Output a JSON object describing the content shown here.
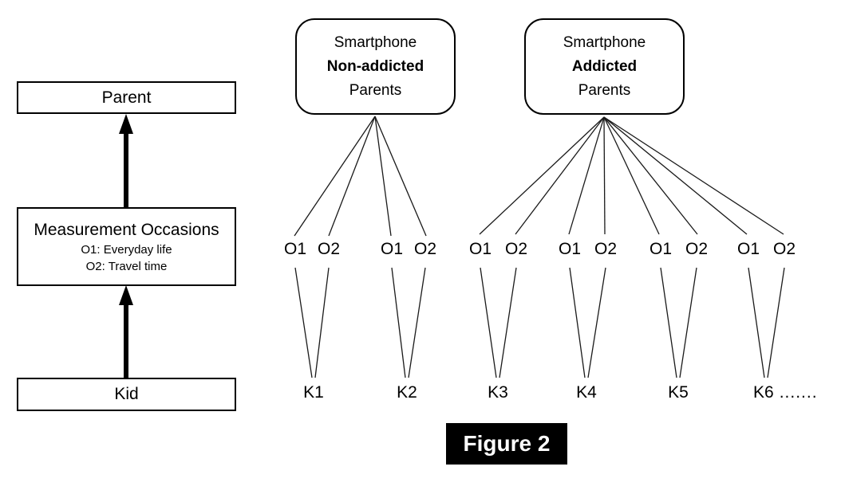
{
  "caption": "Figure 2",
  "legend": {
    "parent": "Parent",
    "measurement": {
      "title": "Measurement Occasions",
      "line1": "O1: Everyday life",
      "line2": "O2: Travel time"
    },
    "kid": "Kid"
  },
  "groups": [
    {
      "id": "non_addicted",
      "line1": "Smartphone",
      "line2": "Non-addicted",
      "line3": "Parents",
      "kids": [
        {
          "label": "K1",
          "o1": "O1",
          "o2": "O2",
          "ellipsis": ""
        },
        {
          "label": "K2",
          "o1": "O1",
          "o2": "O2",
          "ellipsis": ""
        }
      ]
    },
    {
      "id": "addicted",
      "line1": "Smartphone",
      "line2": "Addicted",
      "line3": "Parents",
      "kids": [
        {
          "label": "K3",
          "o1": "O1",
          "o2": "O2",
          "ellipsis": ""
        },
        {
          "label": "K4",
          "o1": "O1",
          "o2": "O2",
          "ellipsis": ""
        },
        {
          "label": "K5",
          "o1": "O1",
          "o2": "O2",
          "ellipsis": ""
        },
        {
          "label": "K6",
          "o1": "O1",
          "o2": "O2",
          "ellipsis": "......."
        }
      ]
    }
  ],
  "colors": {
    "ink": "#000000",
    "background": "#ffffff",
    "connector": "#1a1a1a",
    "caption_bg": "#000000",
    "caption_fg": "#ffffff"
  }
}
